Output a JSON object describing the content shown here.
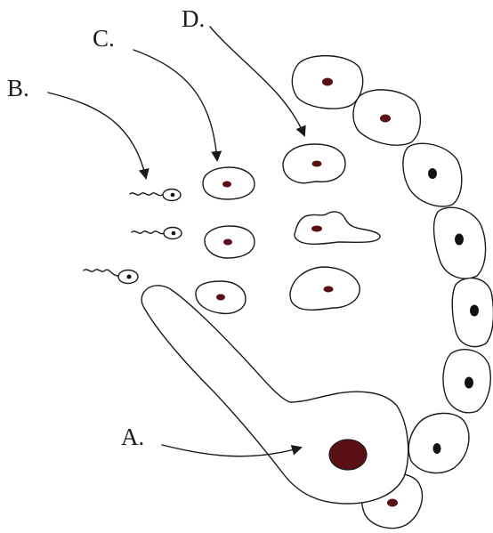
{
  "labels": {
    "a": "A.",
    "b": "B.",
    "c": "C.",
    "d": "D."
  },
  "colors": {
    "outline": "#1a1a1a",
    "nucleus_dark": "#5a0f14",
    "nucleus_black": "#111111",
    "cell_fill": "#ffffff",
    "background": "#ffffff"
  }
}
